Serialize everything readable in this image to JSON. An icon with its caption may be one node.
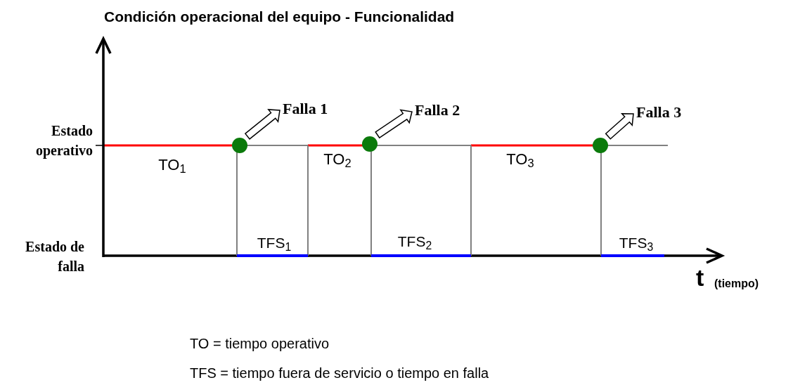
{
  "diagram": {
    "title": "Condición operacional del equipo - Funcionalidad",
    "nodes": [
      {
        "text": [],
        "shape": "circle"
      },
      {
        "text": [
          "Falla 1"
        ]
      },
      {
        "text": [],
        "shape": "circle"
      },
      {
        "text": [
          "Falla 2"
        ]
      },
      {
        "text": [],
        "shape": "circle"
      },
      {
        "text": [
          "Falla 3"
        ]
      }
    ],
    "edges": [
      {
        "from": 0,
        "to": 1,
        "arrow": "to"
      },
      {
        "from": 2,
        "to": 3,
        "arrow": "to"
      },
      {
        "from": 4,
        "to": 5,
        "arrow": "to"
      }
    ],
    "labels": [
      "Estado operativo",
      "TO$_{1}$",
      "TO$_{2}$",
      "TO$_{3}$",
      "Estado de falla",
      "TFS$_{1}$",
      "TFS$_{2}$",
      "TFS$_{3}$",
      "t",
      "(tiempo)",
      "TO = tiempo operativo",
      "TFS = tiempo fuera de servicio o tiempo en falla"
    ]
  }
}
